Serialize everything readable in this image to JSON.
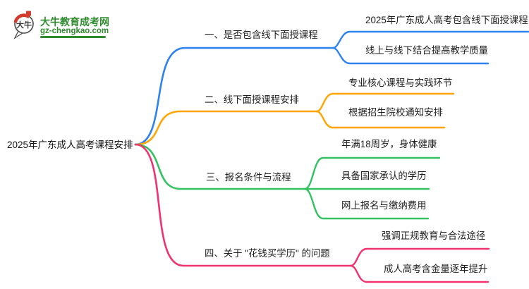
{
  "logo": {
    "brand": "大牛教育成考网",
    "domain": "gz-chengkao.com",
    "icon_text": "大牛",
    "colors": {
      "green": "#2F8C2F",
      "red": "#D23B2E"
    }
  },
  "root": {
    "label": "2025年广东成人高考课程安排"
  },
  "branches": [
    {
      "label": "一、是否包含线下面授课程",
      "color": "#2E82F0",
      "children": [
        {
          "label": "2025年广东成人高考包含线下面授课程"
        },
        {
          "label": "线上与线下结合提高教学质量"
        }
      ]
    },
    {
      "label": "二、线下面授课程安排",
      "color": "#FFA400",
      "children": [
        {
          "label": "专业核心课程与实践环节"
        },
        {
          "label": "根据招生院校通知安排"
        }
      ]
    },
    {
      "label": "三、报名条件与流程",
      "color": "#33C162",
      "children": [
        {
          "label": "年满18周岁，身体健康"
        },
        {
          "label": "具备国家承认的学历"
        },
        {
          "label": "网上报名与缴纳费用"
        }
      ]
    },
    {
      "label": "四、关于 \"花钱买学历\" 的问题",
      "color": "#F0326E",
      "children": [
        {
          "label": "强调正规教育与合法途径"
        },
        {
          "label": "成人高考含金量逐年提升"
        }
      ]
    }
  ]
}
